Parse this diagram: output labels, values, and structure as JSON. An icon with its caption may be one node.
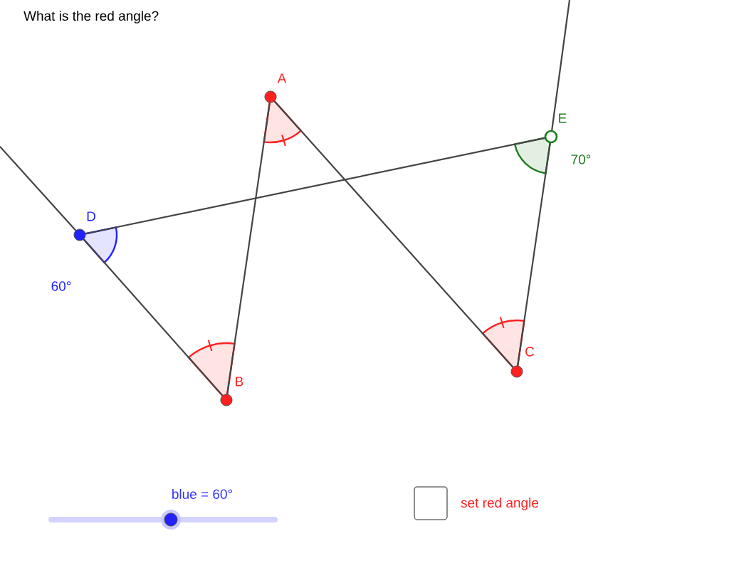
{
  "diagram": {
    "title": "What is the red angle?",
    "nodes": [
      {
        "text": [
          "A"
        ]
      },
      {
        "text": [
          "B"
        ]
      },
      {
        "text": [
          "C"
        ]
      },
      {
        "text": [
          "D"
        ],
        "beside": [
          "60°"
        ]
      },
      {
        "text": [
          "E"
        ],
        "beside": [
          "70°"
        ]
      }
    ],
    "edges": [
      {
        "from": 0,
        "to": 1,
        "arrow": "none"
      },
      {
        "from": 0,
        "to": 2,
        "arrow": "none"
      },
      {
        "from": 2,
        "to": 4,
        "arrow": "none"
      },
      {
        "from": 4,
        "to": 3,
        "arrow": "none"
      },
      {
        "from": 3,
        "to": 1,
        "arrow": "none"
      }
    ],
    "labels": [
      "blue = 60°",
      "set red angle"
    ]
  }
}
